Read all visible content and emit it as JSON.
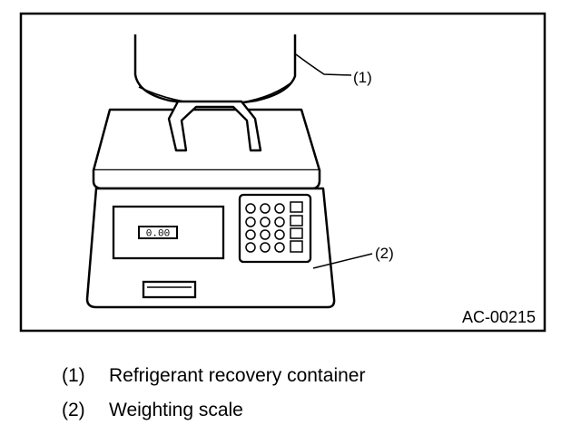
{
  "figure": {
    "id": "AC-00215",
    "callouts": [
      "(1)",
      "(2)"
    ],
    "display_reading": "0.00"
  },
  "legend": [
    {
      "num": "(1)",
      "text": "Refrigerant recovery container"
    },
    {
      "num": "(2)",
      "text": "Weighting scale"
    }
  ]
}
